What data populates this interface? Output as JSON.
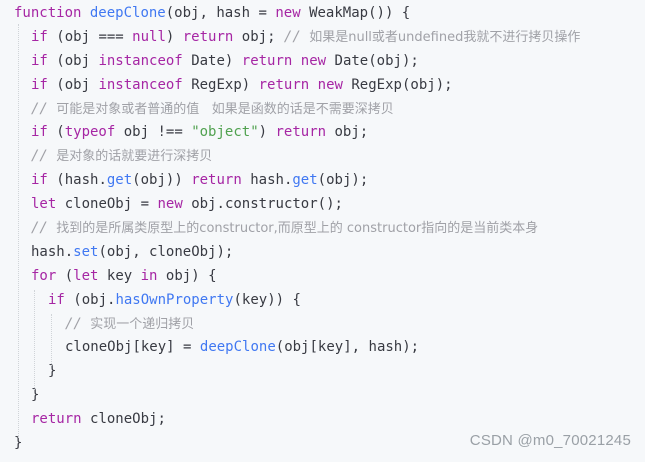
{
  "code": {
    "lines": [
      {
        "indent": 0,
        "tokens": [
          [
            "kw",
            "function"
          ],
          [
            "punc",
            " "
          ],
          [
            "fn",
            "deepClone"
          ],
          [
            "punc",
            "("
          ],
          [
            "id",
            "obj"
          ],
          [
            "punc",
            ", "
          ],
          [
            "id",
            "hash"
          ],
          [
            "punc",
            " = "
          ],
          [
            "kw",
            "new"
          ],
          [
            "punc",
            " "
          ],
          [
            "id",
            "WeakMap"
          ],
          [
            "punc",
            "()) {"
          ]
        ]
      },
      {
        "indent": 1,
        "tokens": [
          [
            "kw",
            "if"
          ],
          [
            "punc",
            " ("
          ],
          [
            "id",
            "obj"
          ],
          [
            "punc",
            " === "
          ],
          [
            "kw",
            "null"
          ],
          [
            "punc",
            ") "
          ],
          [
            "kw",
            "return"
          ],
          [
            "punc",
            " "
          ],
          [
            "id",
            "obj"
          ],
          [
            "punc",
            "; "
          ],
          [
            "cm",
            "// "
          ],
          [
            "cmcn",
            "如果是null或者undefined我就不进行拷贝操作"
          ]
        ]
      },
      {
        "indent": 1,
        "tokens": [
          [
            "kw",
            "if"
          ],
          [
            "punc",
            " ("
          ],
          [
            "id",
            "obj"
          ],
          [
            "punc",
            " "
          ],
          [
            "kw",
            "instanceof"
          ],
          [
            "punc",
            " "
          ],
          [
            "id",
            "Date"
          ],
          [
            "punc",
            ") "
          ],
          [
            "kw",
            "return"
          ],
          [
            "punc",
            " "
          ],
          [
            "kw",
            "new"
          ],
          [
            "punc",
            " "
          ],
          [
            "id",
            "Date"
          ],
          [
            "punc",
            "("
          ],
          [
            "id",
            "obj"
          ],
          [
            "punc",
            ");"
          ]
        ]
      },
      {
        "indent": 1,
        "tokens": [
          [
            "kw",
            "if"
          ],
          [
            "punc",
            " ("
          ],
          [
            "id",
            "obj"
          ],
          [
            "punc",
            " "
          ],
          [
            "kw",
            "instanceof"
          ],
          [
            "punc",
            " "
          ],
          [
            "id",
            "RegExp"
          ],
          [
            "punc",
            ") "
          ],
          [
            "kw",
            "return"
          ],
          [
            "punc",
            " "
          ],
          [
            "kw",
            "new"
          ],
          [
            "punc",
            " "
          ],
          [
            "id",
            "RegExp"
          ],
          [
            "punc",
            "("
          ],
          [
            "id",
            "obj"
          ],
          [
            "punc",
            ");"
          ]
        ]
      },
      {
        "indent": 1,
        "tokens": [
          [
            "cm",
            "// "
          ],
          [
            "cmcn",
            "可能是对象或者普通的值   如果是函数的话是不需要深拷贝"
          ]
        ]
      },
      {
        "indent": 1,
        "tokens": [
          [
            "kw",
            "if"
          ],
          [
            "punc",
            " ("
          ],
          [
            "kw",
            "typeof"
          ],
          [
            "punc",
            " "
          ],
          [
            "id",
            "obj"
          ],
          [
            "punc",
            " !== "
          ],
          [
            "str",
            "\"object\""
          ],
          [
            "punc",
            ") "
          ],
          [
            "kw",
            "return"
          ],
          [
            "punc",
            " "
          ],
          [
            "id",
            "obj"
          ],
          [
            "punc",
            ";"
          ]
        ]
      },
      {
        "indent": 1,
        "tokens": [
          [
            "cm",
            "// "
          ],
          [
            "cmcn",
            "是对象的话就要进行深拷贝"
          ]
        ]
      },
      {
        "indent": 1,
        "tokens": [
          [
            "kw",
            "if"
          ],
          [
            "punc",
            " ("
          ],
          [
            "id",
            "hash"
          ],
          [
            "punc",
            "."
          ],
          [
            "fn",
            "get"
          ],
          [
            "punc",
            "("
          ],
          [
            "id",
            "obj"
          ],
          [
            "punc",
            ")) "
          ],
          [
            "kw",
            "return"
          ],
          [
            "punc",
            " "
          ],
          [
            "id",
            "hash"
          ],
          [
            "punc",
            "."
          ],
          [
            "fn",
            "get"
          ],
          [
            "punc",
            "("
          ],
          [
            "id",
            "obj"
          ],
          [
            "punc",
            ");"
          ]
        ]
      },
      {
        "indent": 1,
        "tokens": [
          [
            "kw",
            "let"
          ],
          [
            "punc",
            " "
          ],
          [
            "id",
            "cloneObj"
          ],
          [
            "punc",
            " = "
          ],
          [
            "kw",
            "new"
          ],
          [
            "punc",
            " "
          ],
          [
            "id",
            "obj"
          ],
          [
            "punc",
            "."
          ],
          [
            "id",
            "constructor"
          ],
          [
            "punc",
            "();"
          ]
        ]
      },
      {
        "indent": 1,
        "tokens": [
          [
            "cm",
            "// "
          ],
          [
            "cmcn",
            "找到的是所属类原型上的constructor,而原型上的 constructor指向的是当前类本身"
          ]
        ]
      },
      {
        "indent": 1,
        "tokens": [
          [
            "id",
            "hash"
          ],
          [
            "punc",
            "."
          ],
          [
            "fn",
            "set"
          ],
          [
            "punc",
            "("
          ],
          [
            "id",
            "obj"
          ],
          [
            "punc",
            ", "
          ],
          [
            "id",
            "cloneObj"
          ],
          [
            "punc",
            ");"
          ]
        ]
      },
      {
        "indent": 1,
        "tokens": [
          [
            "kw",
            "for"
          ],
          [
            "punc",
            " ("
          ],
          [
            "kw",
            "let"
          ],
          [
            "punc",
            " "
          ],
          [
            "id",
            "key"
          ],
          [
            "punc",
            " "
          ],
          [
            "kw",
            "in"
          ],
          [
            "punc",
            " "
          ],
          [
            "id",
            "obj"
          ],
          [
            "punc",
            ") {"
          ]
        ]
      },
      {
        "indent": 2,
        "tokens": [
          [
            "kw",
            "if"
          ],
          [
            "punc",
            " ("
          ],
          [
            "id",
            "obj"
          ],
          [
            "punc",
            "."
          ],
          [
            "fn",
            "hasOwnProperty"
          ],
          [
            "punc",
            "("
          ],
          [
            "id",
            "key"
          ],
          [
            "punc",
            ")) {"
          ]
        ]
      },
      {
        "indent": 3,
        "tokens": [
          [
            "cm",
            "// "
          ],
          [
            "cmcn",
            "实现一个递归拷贝"
          ]
        ]
      },
      {
        "indent": 3,
        "tokens": [
          [
            "id",
            "cloneObj"
          ],
          [
            "punc",
            "["
          ],
          [
            "id",
            "key"
          ],
          [
            "punc",
            "] = "
          ],
          [
            "fn",
            "deepClone"
          ],
          [
            "punc",
            "("
          ],
          [
            "id",
            "obj"
          ],
          [
            "punc",
            "["
          ],
          [
            "id",
            "key"
          ],
          [
            "punc",
            "], "
          ],
          [
            "id",
            "hash"
          ],
          [
            "punc",
            ");"
          ]
        ]
      },
      {
        "indent": 2,
        "tokens": [
          [
            "punc",
            "}"
          ]
        ]
      },
      {
        "indent": 1,
        "tokens": [
          [
            "punc",
            "}"
          ]
        ]
      },
      {
        "indent": 1,
        "tokens": [
          [
            "kw",
            "return"
          ],
          [
            "punc",
            " "
          ],
          [
            "id",
            "cloneObj"
          ],
          [
            "punc",
            ";"
          ]
        ]
      },
      {
        "indent": 0,
        "tokens": [
          [
            "punc",
            "}"
          ]
        ]
      }
    ]
  },
  "watermark": {
    "text": "CSDN @m0_70021245"
  },
  "colors": {
    "background": "#f6f8fa",
    "keyword": "#a626a4",
    "function": "#4078f2",
    "string": "#50a14f",
    "comment": "#a0a1a7",
    "text": "#383a42"
  }
}
